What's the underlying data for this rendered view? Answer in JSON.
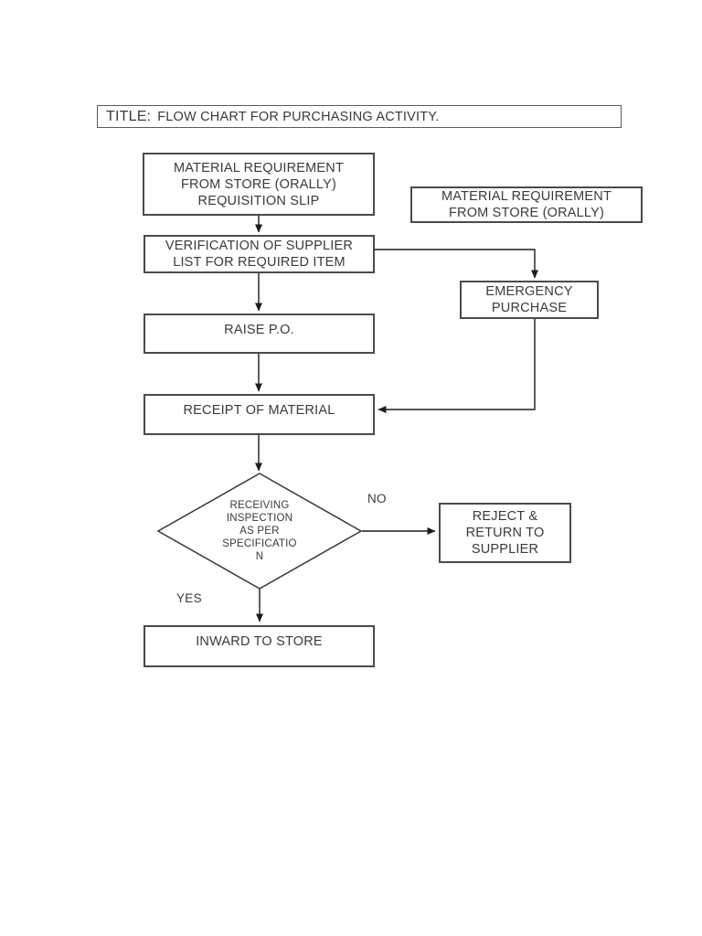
{
  "title_block": {
    "prefix": "TITLE:",
    "text": "FLOW CHART FOR PURCHASING ACTIVITY."
  },
  "flowchart": {
    "nodes": [
      {
        "id": "material-requirement-slip",
        "type": "process",
        "label": "MATERIAL REQUIREMENT\nFROM STORE (ORALLY)\nREQUISITION SLIP"
      },
      {
        "id": "material-requirement-oral",
        "type": "process",
        "label": "MATERIAL REQUIREMENT\nFROM STORE (ORALLY)"
      },
      {
        "id": "verification-supplier-list",
        "type": "process",
        "label": "VERIFICATION OF SUPPLIER\nLIST FOR REQUIRED ITEM"
      },
      {
        "id": "emergency-purchase",
        "type": "process",
        "label": "EMERGENCY\nPURCHASE"
      },
      {
        "id": "raise-po",
        "type": "process",
        "label": "RAISE P.O."
      },
      {
        "id": "receipt-of-material",
        "type": "process",
        "label": "RECEIPT OF MATERIAL"
      },
      {
        "id": "receiving-inspection",
        "type": "decision",
        "label": "RECEIVING\nINSPECTION\nAS PER\nSPECIFICATIO\nN"
      },
      {
        "id": "reject-return-supplier",
        "type": "process",
        "label": "REJECT &\nRETURN TO\nSUPPLIER"
      },
      {
        "id": "inward-to-store",
        "type": "process",
        "label": "INWARD TO STORE"
      }
    ],
    "edge_labels": {
      "no": "NO",
      "yes": "YES"
    },
    "edges": [
      {
        "from": "material-requirement-slip",
        "to": "verification-supplier-list"
      },
      {
        "from": "verification-supplier-list",
        "to": "emergency-purchase"
      },
      {
        "from": "verification-supplier-list",
        "to": "raise-po"
      },
      {
        "from": "raise-po",
        "to": "receipt-of-material"
      },
      {
        "from": "emergency-purchase",
        "to": "receipt-of-material"
      },
      {
        "from": "receipt-of-material",
        "to": "receiving-inspection"
      },
      {
        "from": "receiving-inspection",
        "to": "reject-return-supplier",
        "label": "NO"
      },
      {
        "from": "receiving-inspection",
        "to": "inward-to-store",
        "label": "YES"
      }
    ]
  },
  "colors": {
    "background": "#ffffff",
    "box_border": "#4a4a4a",
    "text": "#3a3a3a",
    "line": "#1c1c1c"
  }
}
